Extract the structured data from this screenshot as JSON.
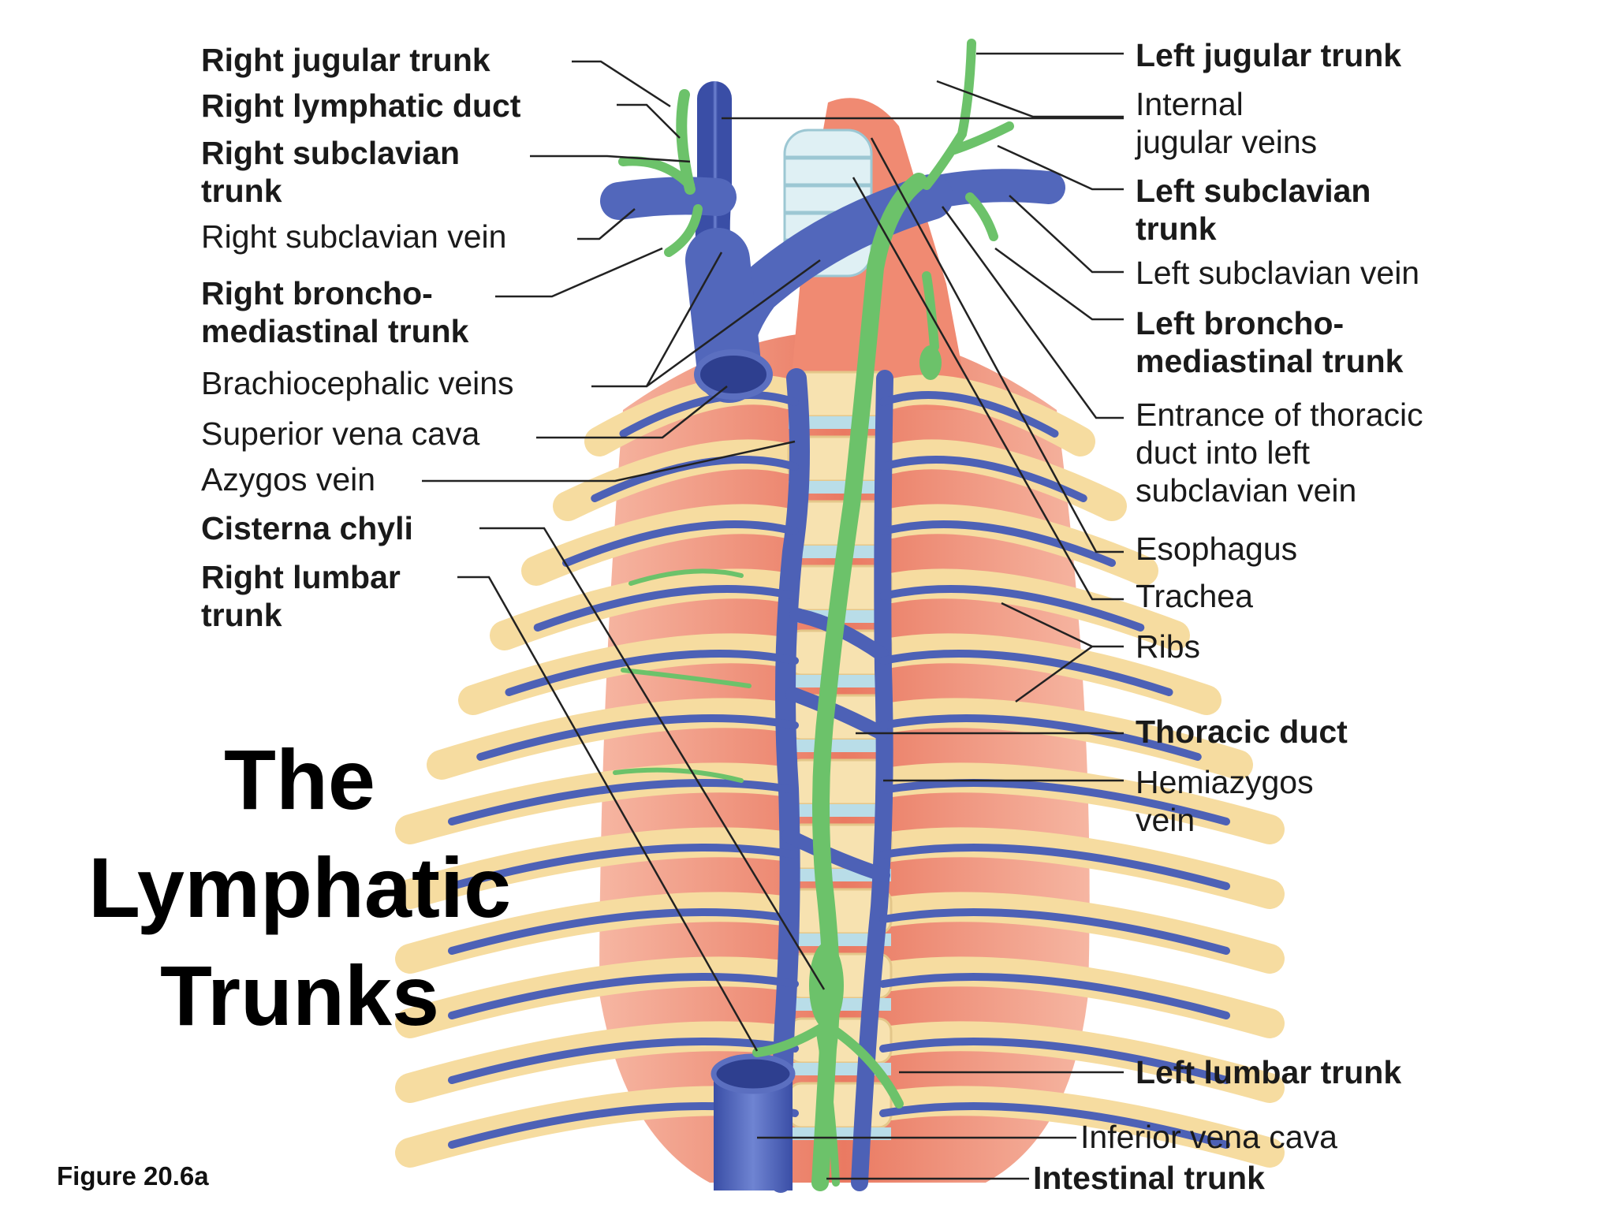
{
  "title": {
    "line1": "The",
    "line2": "Lymphatic",
    "line3": "Trunks"
  },
  "figure_caption": "Figure 20.6a",
  "labels_left": [
    {
      "id": "right-jugular-trunk",
      "text": "Right jugular trunk",
      "bold": true
    },
    {
      "id": "right-lymphatic-duct",
      "text": "Right lymphatic duct",
      "bold": true
    },
    {
      "id": "right-subclavian-trunk-1",
      "text": "Right subclavian",
      "bold": true
    },
    {
      "id": "right-subclavian-trunk-2",
      "text": "trunk",
      "bold": true
    },
    {
      "id": "right-subclavian-vein",
      "text": "Right subclavian vein",
      "bold": false
    },
    {
      "id": "right-broncho-1",
      "text": "Right broncho-",
      "bold": true
    },
    {
      "id": "right-broncho-2",
      "text": "mediastinal trunk",
      "bold": true
    },
    {
      "id": "brachiocephalic-veins",
      "text": "Brachiocephalic veins",
      "bold": false
    },
    {
      "id": "superior-vena-cava",
      "text": "Superior vena cava",
      "bold": false
    },
    {
      "id": "azygos-vein",
      "text": "Azygos vein",
      "bold": false
    },
    {
      "id": "cisterna-chyli",
      "text": "Cisterna chyli",
      "bold": true
    },
    {
      "id": "right-lumbar-trunk-1",
      "text": "Right lumbar",
      "bold": true
    },
    {
      "id": "right-lumbar-trunk-2",
      "text": "trunk",
      "bold": true
    }
  ],
  "labels_right": [
    {
      "id": "left-jugular-trunk",
      "text": "Left jugular trunk",
      "bold": true
    },
    {
      "id": "internal-jugular-1",
      "text": "Internal",
      "bold": false
    },
    {
      "id": "internal-jugular-2",
      "text": "jugular veins",
      "bold": false
    },
    {
      "id": "left-subclavian-trunk-1",
      "text": "Left subclavian",
      "bold": true
    },
    {
      "id": "left-subclavian-trunk-2",
      "text": "trunk",
      "bold": true
    },
    {
      "id": "left-subclavian-vein",
      "text": "Left subclavian vein",
      "bold": false
    },
    {
      "id": "left-broncho-1",
      "text": "Left broncho-",
      "bold": true
    },
    {
      "id": "left-broncho-2",
      "text": "mediastinal trunk",
      "bold": true
    },
    {
      "id": "thoracic-entrance-1",
      "text": "Entrance of thoracic",
      "bold": false
    },
    {
      "id": "thoracic-entrance-2",
      "text": "duct into left",
      "bold": false
    },
    {
      "id": "thoracic-entrance-3",
      "text": "subclavian vein",
      "bold": false
    },
    {
      "id": "esophagus",
      "text": "Esophagus",
      "bold": false
    },
    {
      "id": "trachea",
      "text": "Trachea",
      "bold": false
    },
    {
      "id": "ribs",
      "text": "Ribs",
      "bold": false
    },
    {
      "id": "thoracic-duct",
      "text": "Thoracic duct",
      "bold": true
    },
    {
      "id": "hemiazygos-1",
      "text": "Hemiazygos",
      "bold": false
    },
    {
      "id": "hemiazygos-2",
      "text": "vein",
      "bold": false
    },
    {
      "id": "left-lumbar-trunk",
      "text": "Left lumbar trunk",
      "bold": true
    },
    {
      "id": "inferior-vena-cava",
      "text": "Inferior vena cava",
      "bold": false
    },
    {
      "id": "intestinal-trunk",
      "text": "Intestinal trunk",
      "bold": true
    }
  ],
  "colors": {
    "vein": "#5b6fc0",
    "vein_dark": "#2e3f8f",
    "lymph": "#6cc26a",
    "lymph_dark": "#3f9a45",
    "muscle": "#ef8a72",
    "rib": "#f6dca0",
    "vertebra": "#b9dde8",
    "leader": "#222222"
  }
}
